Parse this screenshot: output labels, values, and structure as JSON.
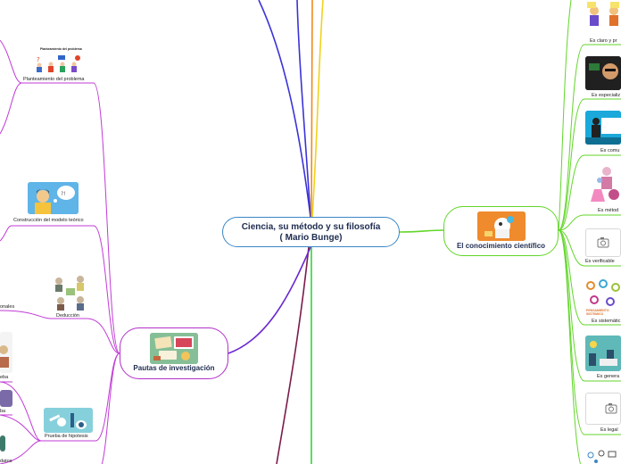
{
  "central": {
    "line1": "Ciencia, su método y su filosofía",
    "line2": "( Mario Bunge)"
  },
  "left_branch": {
    "label": "Pautas de investigación"
  },
  "right_branch": {
    "label": "El conocimiento científico"
  },
  "left_subtopics": {
    "planteamiento": "Planteamiento del problema",
    "planteamiento_image_title": "Planteamiento del problema",
    "construccion": "Construcción del modelo teórico",
    "deduccion": "Deducción",
    "deduccion_partial": "onales",
    "prueba": "Prueba de hipotesis",
    "prueba_partial_1": "eba",
    "prueba_partial_2": "ba",
    "datos_partial": "datos"
  },
  "right_subtopics": {
    "claro": "Es claro y pr",
    "especializado": "Es especializ",
    "comunicable": "Es comu",
    "metodico": "Es métod",
    "verificable": "Es verificable",
    "sistematico": "Es sistemátic",
    "sistematico_image_text": "PENSAMIENTO SISTEMICO",
    "general": "Es genera",
    "legal": "Es legal"
  },
  "colors": {
    "central_border": "#3a86c7",
    "left_branch": "#b330c9",
    "right_branch": "#62d62a",
    "line_blue": "#3b33d8",
    "line_orange": "#f08a1c",
    "line_yellow": "#f0d21c",
    "line_purple": "#6a2ad1"
  }
}
